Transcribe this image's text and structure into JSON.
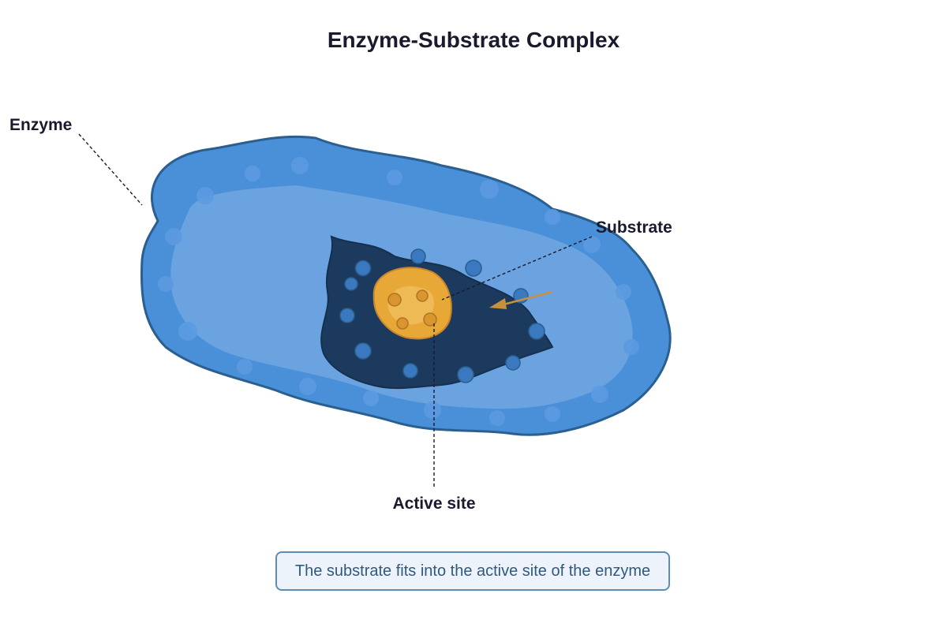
{
  "title": "Enzyme-Substrate Complex",
  "labels": {
    "enzyme": "Enzyme",
    "substrate": "Substrate",
    "active_site": "Active site"
  },
  "caption": "The substrate fits into the active site of the enzyme",
  "colors": {
    "enzyme_outer": "#4a90d9",
    "enzyme_inner": "#6aa3e0",
    "enzyme_outline": "#2a5f8f",
    "active_site": "#1c3a5e",
    "substrate": "#e8a838",
    "substrate_highlight": "#f0c060",
    "arrow": "#c8903a",
    "caption_border": "#5b8db8",
    "caption_bg": "#eef3fb",
    "caption_text": "#2f5a7e"
  }
}
